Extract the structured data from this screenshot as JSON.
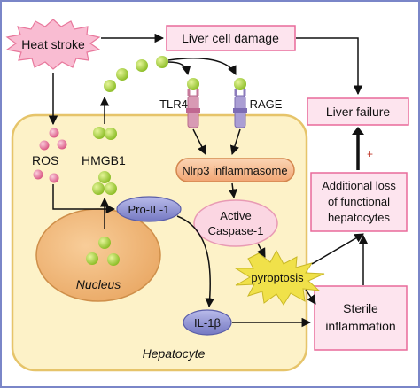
{
  "nodes": {
    "heat_stroke": "Heat stroke",
    "liver_cell_damage": "Liver cell damage",
    "tlr4": "TLR4",
    "rage": "RAGE",
    "liver_failure": "Liver failure",
    "ros": "ROS",
    "hmgb1": "HMGB1",
    "nlrp3": "Nlrp3 inflammasome",
    "additional_loss": [
      "Additional loss",
      "of functional",
      "hepatocytes"
    ],
    "pro_il1": "Pro-IL-1",
    "active_caspase": [
      "Active",
      "Caspase-1"
    ],
    "nucleus": "Nucleus",
    "pyroptosis": "pyroptosis",
    "il1b": "IL-1β",
    "sterile_inflammation": [
      "Sterile",
      "inflammation"
    ],
    "hepatocyte": "Hepatocyte",
    "plus_sign": "+"
  },
  "colors": {
    "cell_fill": "#fdf2c8",
    "cell_stroke": "#e6c46a",
    "nucleus_fill": "#f2b87a",
    "nucleus_stroke": "#cf8f4a",
    "pink_box_fill": "#fde4ee",
    "pink_box_stroke": "#e86a9a",
    "ros_dot": "#e8789c",
    "hmgb1_dot": "#a9cf3d",
    "nlrp3_fill": "#f6b88a",
    "blue_fill": "#8c8fd0",
    "pyroptosis_fill": "#f0e14a",
    "heat_stroke_fill": "#f9bcd2",
    "tlr4_color": "#d08aa6",
    "rage_color": "#9a8cc8",
    "frame": "#7a86c8"
  }
}
